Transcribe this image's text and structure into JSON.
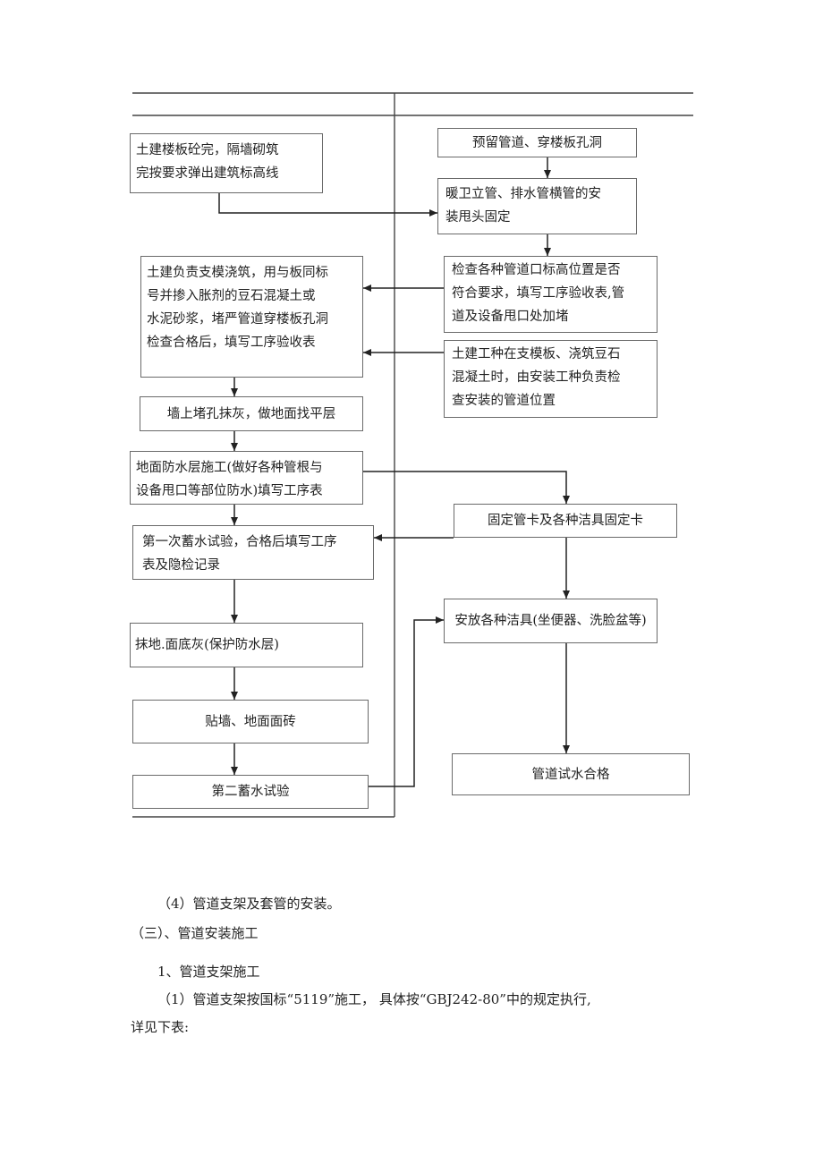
{
  "flowchart": {
    "left": {
      "box1": {
        "line1": "土建楼板砼完，隔墙砌筑",
        "line2": "完按要求弹出建筑标高线"
      },
      "box2": {
        "line1": "土建负责支模浇筑，用与板同标",
        "line2": "号并掺入胀剂的豆石混凝土或",
        "line3": "水泥砂浆，堵严管道穿楼板孔洞",
        "line4": "检查合格后，填写工序验收表"
      },
      "box3": "墙上堵孔抹灰，做地面找平层",
      "box4": {
        "line1": "地面防水层施工(做好各种管根与",
        "line2": "设备甩口等部位防水)填写工序表"
      },
      "box5": {
        "line1": "第一次蓄水试验，合格后填写工序",
        "line2": "表及隐检记录"
      },
      "box6": "抹地.面底灰(保护防水层)",
      "box7": "贴墙、地面面砖",
      "box8": "第二蓄水试验"
    },
    "right": {
      "box1": "预留管道、穿楼板孔洞",
      "box2": {
        "line1": "暖卫立管、排水管横管的安",
        "line2": "装甩头固定"
      },
      "box3": {
        "line1": "检查各种管道口标高位置是否",
        "line2": "符合要求，填写工序验收表,管",
        "line3": "道及设备甩口处加堵"
      },
      "box4": {
        "line1": "土建工种在支模板、浇筑豆石",
        "line2": "混凝土时，由安装工种负责检",
        "line3": "查安装的管道位置"
      },
      "box5": "固定管卡及各种洁具固定卡",
      "box6": "安放各种洁具(坐便器、洗脸盆等)",
      "box7": "管道试水合格"
    }
  },
  "text": {
    "p1": "（4）管道支架及套管的安装。",
    "p2": "（三）、管道安装施工",
    "p3": "1、管道支架施工",
    "p4": "（1）管道支架按国标“5119”施工，  具体按“GBJ242-80”中的规定执行,",
    "p5": "详见下表:"
  }
}
